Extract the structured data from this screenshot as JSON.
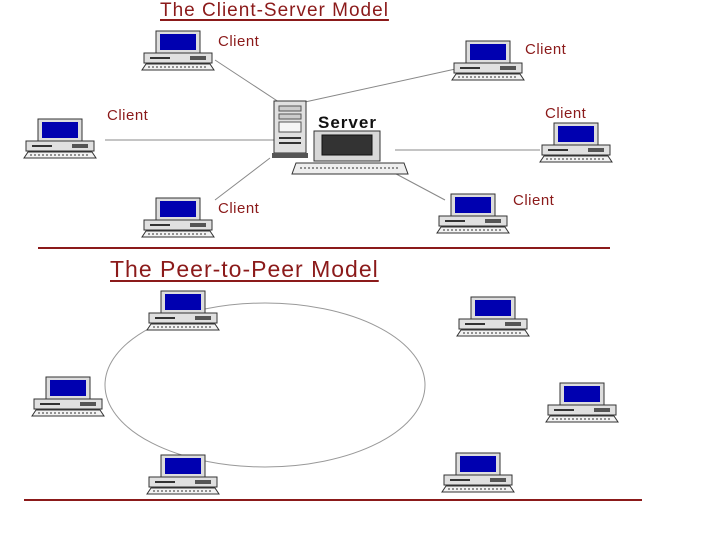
{
  "client_server": {
    "title": "The Client-Server Model",
    "server_label": "Server",
    "client_labels": [
      "Client",
      "Client",
      "Client",
      "Client",
      "Client",
      "Client"
    ]
  },
  "peer_to_peer": {
    "title": "The Peer-to-Peer Model",
    "peer_count": 6
  },
  "colors": {
    "title": "#8b1a1a",
    "screen": "#0000b0",
    "case": "#e0e0e0",
    "outline": "#333333",
    "link": "#888888"
  },
  "icons": [
    "desktop-computer-icon",
    "server-tower-icon"
  ]
}
